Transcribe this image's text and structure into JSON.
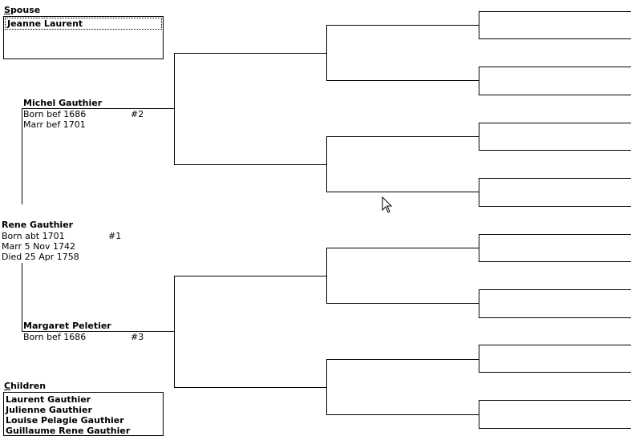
{
  "spouse": {
    "heading": "Spouse",
    "name": "Jeanne Laurent"
  },
  "primary": {
    "name": "Rene Gauthier",
    "number": "#1",
    "born": "Born abt 1701",
    "married": "Marr  5 Nov 1742",
    "died": "Died 25 Apr 1758"
  },
  "father": {
    "name": "Michel Gauthier",
    "number": "#2",
    "born": "Born bef 1686",
    "married": "Marr bef 1701"
  },
  "mother": {
    "name": "Margaret Peletier",
    "number": "#3",
    "born": "Born bef 1686"
  },
  "children": {
    "heading": "Children",
    "items": [
      "Laurent Gauthier",
      "Julienne Gauthier",
      "Louise Pelagie Gauthier",
      "Guillaume Rene Gauthier"
    ]
  }
}
